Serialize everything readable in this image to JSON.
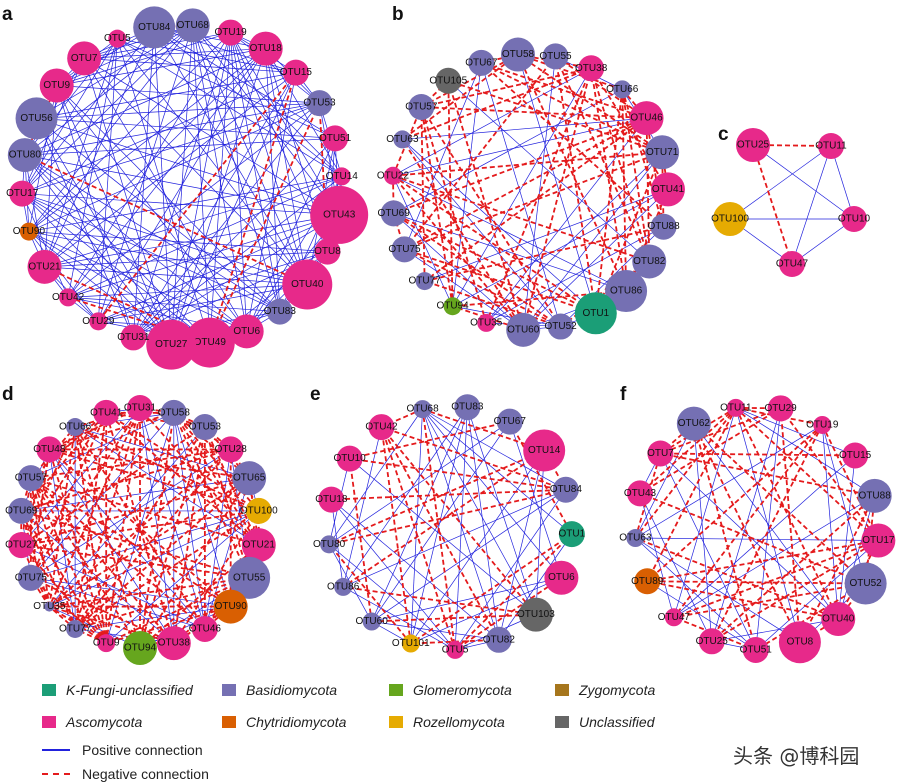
{
  "colors": {
    "K": "#1b9e77",
    "A": "#e7298a",
    "B": "#7570b3",
    "C": "#d95f02",
    "G": "#66a61e",
    "R": "#e6ab02",
    "Z": "#a6761d",
    "U": "#666666",
    "positive": "#2222dd",
    "negative": "#e41a1c"
  },
  "legend": {
    "phyla": [
      {
        "code": "K",
        "label": "K-Fungi-unclassified"
      },
      {
        "code": "B",
        "label": "Basidiomycota"
      },
      {
        "code": "G",
        "label": "Glomeromycota"
      },
      {
        "code": "Z",
        "label": "Zygomycota"
      },
      {
        "code": "A",
        "label": "Ascomycota"
      },
      {
        "code": "C",
        "label": "Chytridiomycota"
      },
      {
        "code": "R",
        "label": "Rozellomycota"
      },
      {
        "code": "U",
        "label": "Unclassified"
      }
    ],
    "positive": "Positive connection",
    "negative": "Negative connection"
  },
  "watermark": "头条 @博科园",
  "panels": [
    {
      "id": "a",
      "nodes": [
        [
          "OTU84",
          "B",
          4
        ],
        [
          "OTU68",
          "B",
          3
        ],
        [
          "OTU19",
          "A",
          2
        ],
        [
          "OTU18",
          "A",
          3
        ],
        [
          "OTU15",
          "A",
          2
        ],
        [
          "OTU53",
          "B",
          2
        ],
        [
          "OTU51",
          "A",
          2
        ],
        [
          "OTU14",
          "A",
          1
        ],
        [
          "OTU43",
          "A",
          6
        ],
        [
          "OTU8",
          "A",
          2
        ],
        [
          "OTU40",
          "A",
          5
        ],
        [
          "OTU83",
          "B",
          2
        ],
        [
          "OTU6",
          "A",
          3
        ],
        [
          "OTU49",
          "A",
          5
        ],
        [
          "OTU27",
          "A",
          5
        ],
        [
          "OTU31",
          "A",
          2
        ],
        [
          "OTU29",
          "A",
          1
        ],
        [
          "OTU42",
          "A",
          1
        ],
        [
          "OTU21",
          "A",
          3
        ],
        [
          "OTU90",
          "C",
          1
        ],
        [
          "OTU17",
          "A",
          2
        ],
        [
          "OTU80",
          "B",
          3
        ],
        [
          "OTU56",
          "B",
          4
        ],
        [
          "OTU9",
          "A",
          3
        ],
        [
          "OTU7",
          "A",
          3
        ],
        [
          "OTU5",
          "A",
          1
        ]
      ]
    },
    {
      "id": "b",
      "nodes": [
        [
          "OTU58",
          "B",
          3
        ],
        [
          "OTU55",
          "B",
          2
        ],
        [
          "OTU38",
          "A",
          2
        ],
        [
          "OTU66",
          "B",
          1
        ],
        [
          "OTU46",
          "A",
          3
        ],
        [
          "OTU71",
          "B",
          3
        ],
        [
          "OTU41",
          "A",
          3
        ],
        [
          "OTU88",
          "B",
          2
        ],
        [
          "OTU82",
          "B",
          3
        ],
        [
          "OTU86",
          "B",
          4
        ],
        [
          "OTU1",
          "K",
          4
        ],
        [
          "OTU52",
          "B",
          2
        ],
        [
          "OTU60",
          "B",
          3
        ],
        [
          "OTU35",
          "A",
          1
        ],
        [
          "OTU94",
          "G",
          1
        ],
        [
          "OTU77",
          "B",
          1
        ],
        [
          "OTU75",
          "B",
          2
        ],
        [
          "OTU69",
          "B",
          2
        ],
        [
          "OTU22",
          "A",
          1
        ],
        [
          "OTU63",
          "B",
          1
        ],
        [
          "OTU57",
          "B",
          2
        ],
        [
          "OTU105",
          "U",
          2
        ],
        [
          "OTU67",
          "B",
          2
        ]
      ]
    },
    {
      "id": "c",
      "nodes": [
        [
          "OTU25",
          "A",
          3
        ],
        [
          "OTU11",
          "A",
          2
        ],
        [
          "OTU10",
          "A",
          2
        ],
        [
          "OTU47",
          "A",
          2
        ],
        [
          "OTU100",
          "R",
          3
        ]
      ],
      "edges": [
        [
          "OTU25",
          "OTU11",
          "neg"
        ],
        [
          "OTU25",
          "OTU47",
          "neg"
        ],
        [
          "OTU25",
          "OTU10",
          "pos"
        ],
        [
          "OTU11",
          "OTU100",
          "pos"
        ],
        [
          "OTU11",
          "OTU10",
          "pos"
        ],
        [
          "OTU11",
          "OTU47",
          "pos"
        ],
        [
          "OTU100",
          "OTU10",
          "pos"
        ],
        [
          "OTU100",
          "OTU47",
          "pos"
        ],
        [
          "OTU47",
          "OTU10",
          "pos"
        ]
      ]
    },
    {
      "id": "d",
      "nodes": [
        [
          "OTU31",
          "A",
          2
        ],
        [
          "OTU58",
          "B",
          2
        ],
        [
          "OTU53",
          "B",
          2
        ],
        [
          "OTU28",
          "A",
          2
        ],
        [
          "OTU65",
          "B",
          3
        ],
        [
          "OTU100",
          "R",
          2
        ],
        [
          "OTU21",
          "A",
          3
        ],
        [
          "OTU55",
          "B",
          4
        ],
        [
          "OTU90",
          "C",
          3
        ],
        [
          "OTU46",
          "A",
          2
        ],
        [
          "OTU38",
          "A",
          3
        ],
        [
          "OTU94",
          "G",
          3
        ],
        [
          "OTU9",
          "A",
          1
        ],
        [
          "OTU77",
          "B",
          1
        ],
        [
          "OTU35",
          "B",
          0
        ],
        [
          "OTU75",
          "B",
          2
        ],
        [
          "OTU27",
          "A",
          2
        ],
        [
          "OTU69",
          "B",
          2
        ],
        [
          "OTU57",
          "B",
          2
        ],
        [
          "OTU48",
          "A",
          2
        ],
        [
          "OTU66",
          "B",
          1
        ],
        [
          "OTU41",
          "A",
          2
        ]
      ]
    },
    {
      "id": "e",
      "nodes": [
        [
          "OTU68",
          "B",
          1
        ],
        [
          "OTU83",
          "B",
          2
        ],
        [
          "OTU67",
          "B",
          2
        ],
        [
          "OTU14",
          "A",
          4
        ],
        [
          "OTU84",
          "B",
          2
        ],
        [
          "OTU1",
          "K",
          2
        ],
        [
          "OTU6",
          "A",
          3
        ],
        [
          "OTU103",
          "U",
          3
        ],
        [
          "OTU82",
          "B",
          2
        ],
        [
          "OTU5",
          "A",
          1
        ],
        [
          "OTU101",
          "R",
          1
        ],
        [
          "OTU60",
          "B",
          1
        ],
        [
          "OTU86",
          "B",
          1
        ],
        [
          "OTU80",
          "B",
          1
        ],
        [
          "OTU18",
          "A",
          2
        ],
        [
          "OTU10",
          "A",
          2
        ],
        [
          "OTU42",
          "A",
          2
        ]
      ]
    },
    {
      "id": "f",
      "nodes": [
        [
          "OTU11",
          "A",
          1
        ],
        [
          "OTU29",
          "A",
          2
        ],
        [
          "OTU19",
          "A",
          1
        ],
        [
          "OTU15",
          "A",
          2
        ],
        [
          "OTU88",
          "B",
          3
        ],
        [
          "OTU17",
          "A",
          3
        ],
        [
          "OTU52",
          "B",
          4
        ],
        [
          "OTU40",
          "A",
          3
        ],
        [
          "OTU8",
          "A",
          4
        ],
        [
          "OTU51",
          "A",
          2
        ],
        [
          "OTU25",
          "A",
          2
        ],
        [
          "OTU47",
          "A",
          1
        ],
        [
          "OTU89",
          "C",
          2
        ],
        [
          "OTU63",
          "B",
          1
        ],
        [
          "OTU43",
          "A",
          2
        ],
        [
          "OTU7",
          "A",
          2
        ],
        [
          "OTU62",
          "B",
          3
        ]
      ]
    }
  ]
}
